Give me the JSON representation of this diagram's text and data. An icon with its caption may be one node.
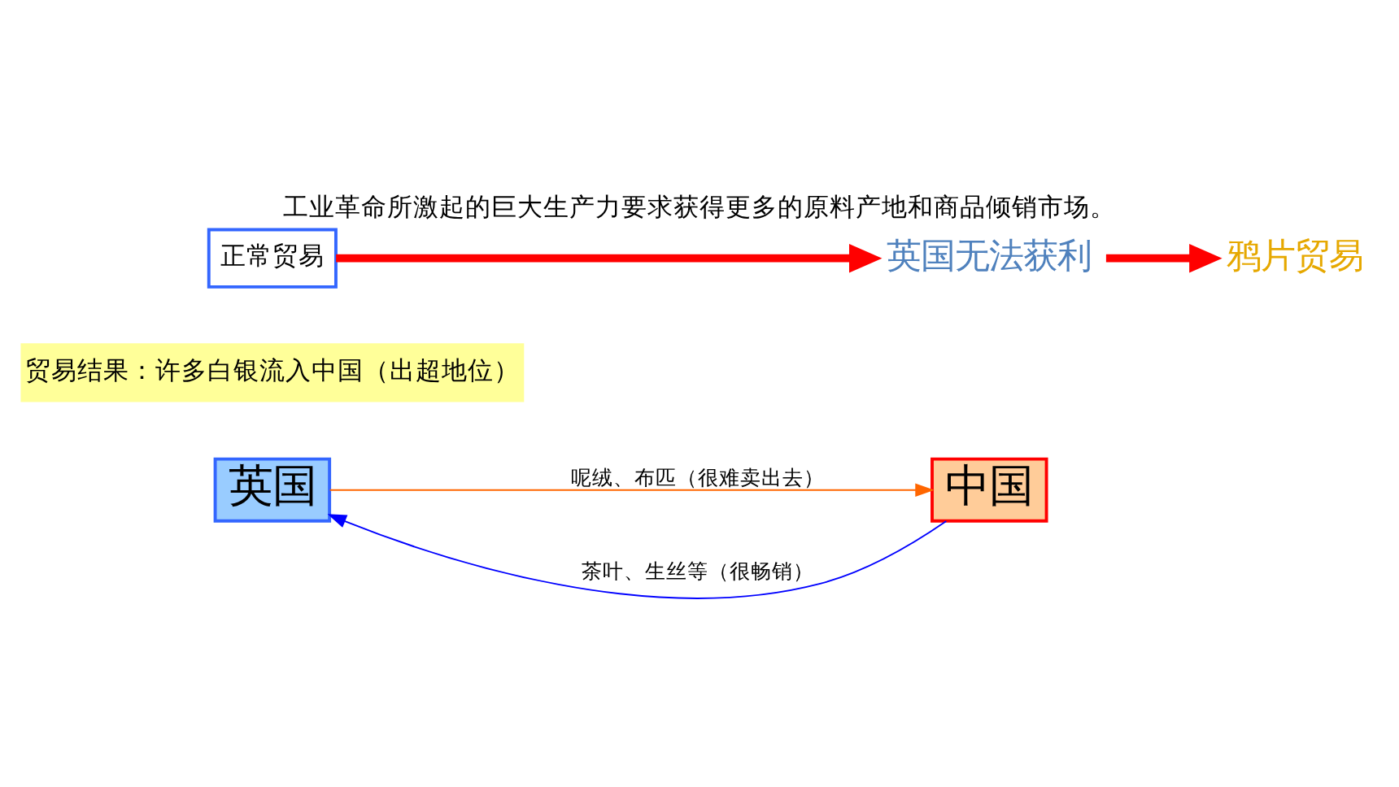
{
  "diagram": {
    "title": "工业革命所激起的巨大生产力要求获得更多的原料产地和商品倾销市场。",
    "nodes": [
      {
        "text": [
          "英国"
        ]
      },
      {
        "text": [
          "中国"
        ]
      },
      {
        "text": [
          "贸易结果：许多白银流入中国（出超地位）"
        ]
      },
      {
        "text": [
          "正常贸易"
        ]
      },
      {
        "text": [
          "英国无法获利"
        ]
      },
      {
        "text": [
          "鸦片贸易"
        ]
      }
    ],
    "edges": [
      {
        "from": 1,
        "to": 0,
        "arrow": "to",
        "label": "茶叶、生丝等（很畅销）",
        "color": "#0000ff"
      },
      {
        "from": 0,
        "to": 1,
        "arrow": "to",
        "label": "呢绒、布匹（很难卖出去）",
        "color": "#ff6600"
      },
      {
        "from": 3,
        "to": 4,
        "arrow": "to",
        "style": "thick",
        "color": "#ff0000"
      },
      {
        "from": 4,
        "to": 5,
        "arrow": "to",
        "style": "thick",
        "color": "#ff0000"
      }
    ]
  }
}
